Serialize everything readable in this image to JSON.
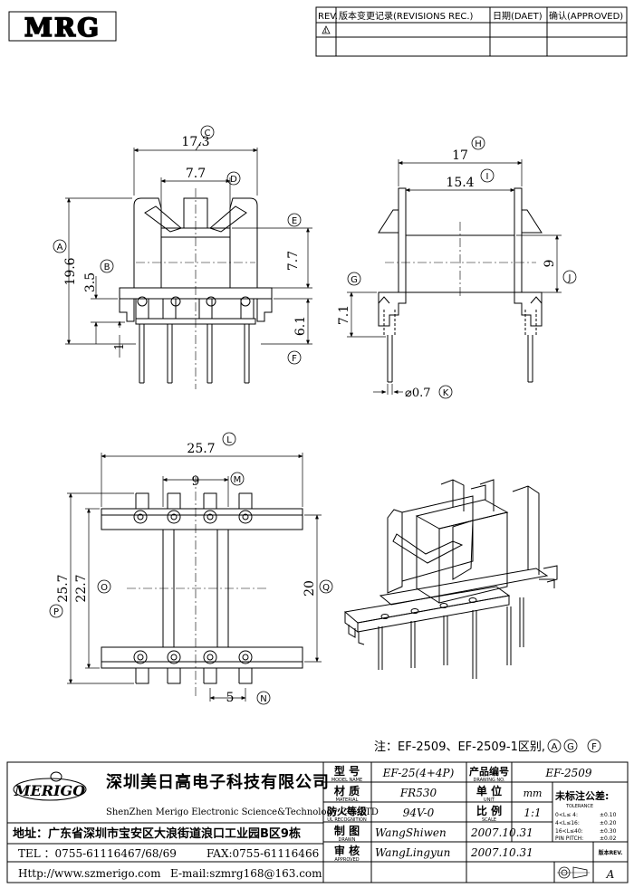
{
  "logo": {
    "text": "MRG"
  },
  "revision_table": {
    "rev_header": "REV.",
    "record_header": "版本变更记录(REVISIONS REC.)",
    "date_header": "日期(DAET)",
    "approve_header": "确认(APPROVED)",
    "row1_rev": "1"
  },
  "dims": {
    "c": "17.3",
    "d": "7.7",
    "e": "7.7",
    "a": "19.6",
    "b": "3.5",
    "f1": "6.1",
    "f2": "1",
    "h": "17",
    "i": "15.4",
    "j": "9",
    "g": "7.1",
    "k": "⌀0.7",
    "l": "25.7",
    "m": "9",
    "p": "25.7",
    "o": "22.7",
    "q": "20",
    "n": "5"
  },
  "callouts": {
    "a": "A",
    "b": "B",
    "c": "C",
    "d": "D",
    "e": "E",
    "f": "F",
    "g": "G",
    "h": "H",
    "i": "I",
    "j": "J",
    "k": "K",
    "l": "L",
    "m": "M",
    "n": "N",
    "o": "O",
    "p": "P",
    "q": "Q"
  },
  "note": {
    "prefix": "注：EF-2509、EF-2509-1区别,",
    "marks": [
      "A",
      "G",
      "F"
    ]
  },
  "title_block": {
    "company_cn": "深圳美日高电子科技有限公司",
    "company_en": "ShenZhen Merigo Electronic Science&Technology CO.,LTD",
    "brand": "MERIGO",
    "address": "地址：广东省深圳市宝安区大浪街道浪口工业园B区9栋",
    "tel": "TEL ：0755-61116467/68/69",
    "fax": "FAX:0755-61116466",
    "web": "Http://www.szmerigo.com",
    "email": "E-mail:szmrg168@163.com",
    "model_label": "型 号",
    "model_label_en": "MODEL NAME",
    "model_value": "EF-25(4+4P)",
    "material_label": "材 质",
    "material_label_en": "MATERIAL",
    "material_value": "FR530",
    "fire_label": "防火等级",
    "fire_label_en": "UL RECOGNITION",
    "fire_value": "94V-0",
    "drawn_label": "制 图",
    "drawn_label_en": "DRAWN",
    "drawn_value": "WangShiwen",
    "drawn_date": "2007.10.31",
    "approved_label": "审 核",
    "approved_label_en": "APPROVED",
    "approved_value": "WangLingyun",
    "approved_date": "2007.10.31",
    "drawing_no_label": "产品编号",
    "drawing_no_label_en": "DRAWING NO.",
    "drawing_no_value": "EF-2509",
    "unit_label": "单 位",
    "unit_label_en": "UNIT",
    "unit_value": "mm",
    "scale_label": "比 例",
    "scale_label_en": "SCALE",
    "scale_value": "1:1",
    "tolerance_label": "未标注公差:",
    "tolerance_label_en": "TOLERANCE",
    "tol1": "0<L≤ 4:",
    "tol1v": "±0.10",
    "tol2": "4<L≤16:",
    "tol2v": "±0.20",
    "tol3": "16<L≤40:",
    "tol3v": "±0.30",
    "tol4": "PIN PITCH:",
    "tol4v": "±0.02",
    "rev_label": "版本REV.",
    "rev_value": "A"
  }
}
